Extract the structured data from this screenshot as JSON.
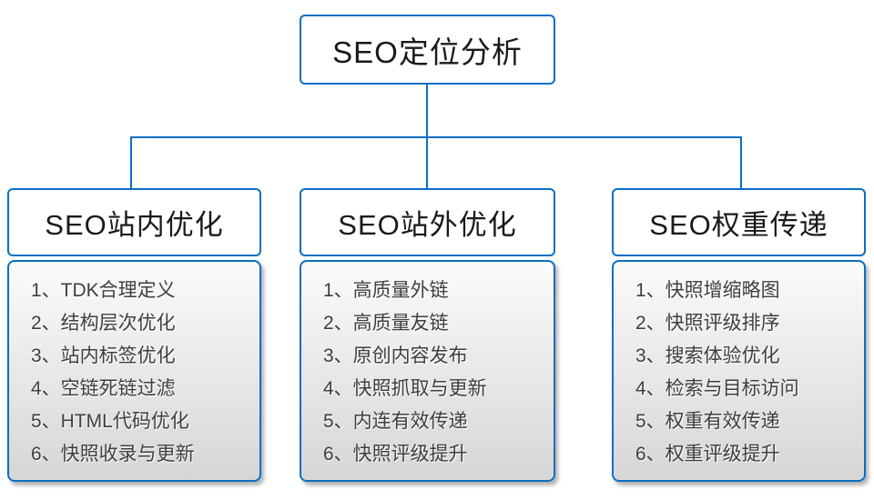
{
  "theme": {
    "accent": "#0a6fc2",
    "header_text": "#1a1a1a",
    "item_text": "#3f3f3f",
    "list_bg_top": "#fbfbfb",
    "list_bg_bottom": "#d6d6d6",
    "box_bg": "#ffffff"
  },
  "root": {
    "title": "SEO定位分析"
  },
  "columns": [
    {
      "title": "SEO站内优化",
      "items": [
        "1、TDK合理定义",
        "2、结构层次优化",
        "3、站内标签优化",
        "4、空链死链过滤",
        "5、HTML代码优化",
        "6、快照收录与更新"
      ]
    },
    {
      "title": "SEO站外优化",
      "items": [
        "1、高质量外链",
        "2、高质量友链",
        "3、原创内容发布",
        "4、快照抓取与更新",
        "5、内连有效传递",
        "6、快照评级提升"
      ]
    },
    {
      "title": "SEO权重传递",
      "items": [
        "1、快照增缩略图",
        "2、快照评级排序",
        "3、搜索体验优化",
        "4、检索与目标访问",
        "5、权重有效传递",
        "6、权重评级提升"
      ]
    }
  ]
}
